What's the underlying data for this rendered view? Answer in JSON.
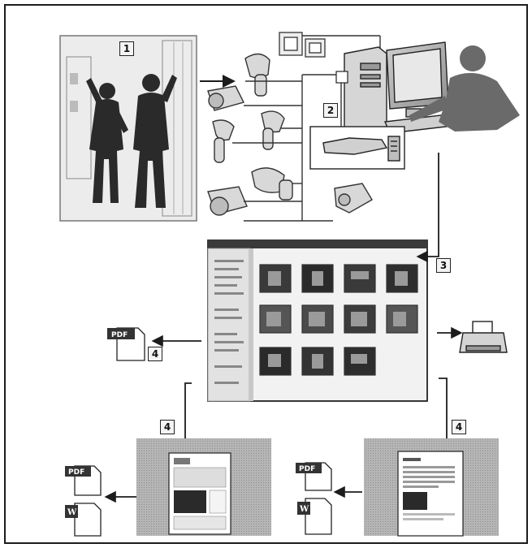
{
  "steps": {
    "step1": "1",
    "step2": "2",
    "step3": "3",
    "step4_left": "4",
    "step4_mid_left": "4",
    "step4_mid_right": "4"
  },
  "file_icons": {
    "pdf": "PDF",
    "word": "W"
  },
  "icons": [
    "technicians-icon",
    "thermal-camera-icon",
    "printer-icon",
    "computer-icon",
    "usb-card-reader-icon",
    "pdf-file-icon",
    "word-file-icon",
    "user-icon"
  ],
  "colors": {
    "ink": "#1c1c1c",
    "dark": "#2e2e2e",
    "panel_gray": "#a9a9a9",
    "thumb_dark": "#2a2a2a",
    "thumb_light": "#7a7a7a"
  }
}
